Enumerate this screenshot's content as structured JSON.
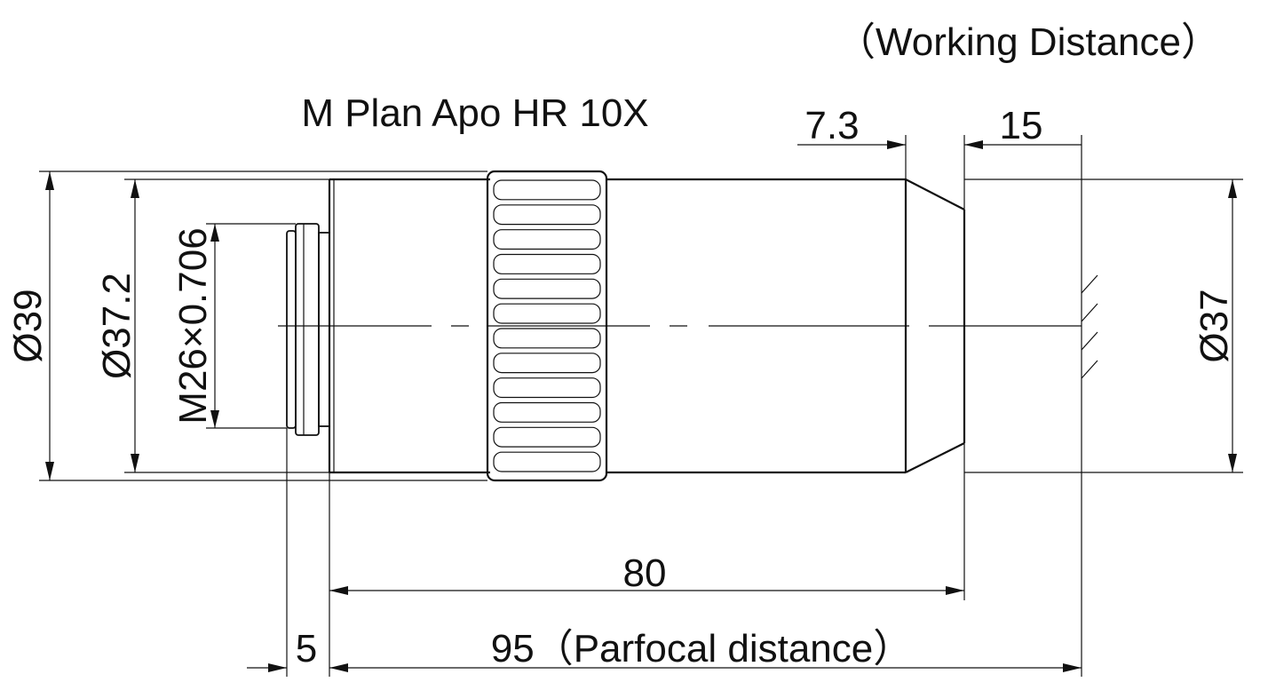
{
  "diagram": {
    "model": "M Plan Apo HR 10X",
    "working_distance_label": "（Working Distance）",
    "parfocal_label": "95（Parfocal distance）",
    "dimensions": {
      "outer_diameter": "Ø39",
      "body_diameter": "Ø37.2",
      "thread": "M26×0.706",
      "front_diameter": "Ø37",
      "length_80": "80",
      "length_5": "5",
      "length_7_3": "7.3",
      "working_distance_15": "15"
    }
  }
}
